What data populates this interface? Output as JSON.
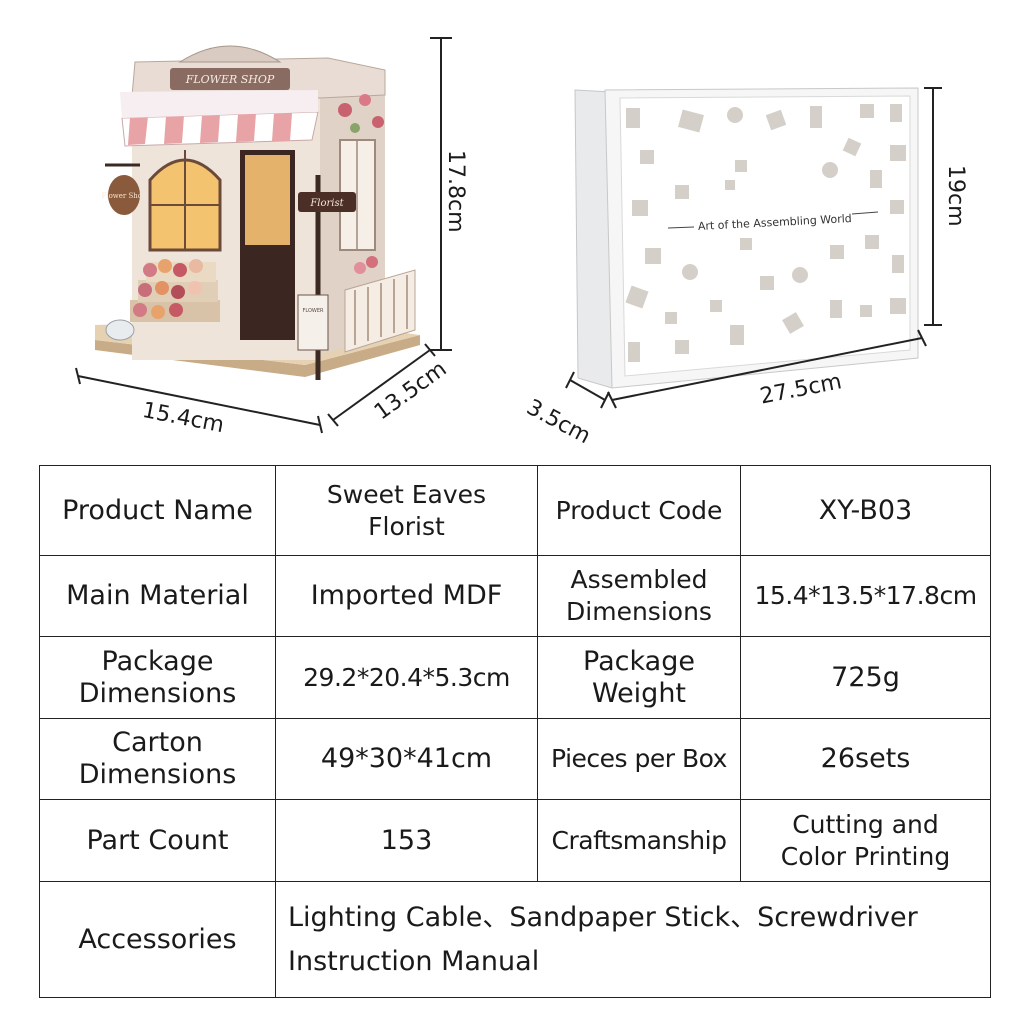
{
  "images": {
    "shop": {
      "sign": "FLOWER SHOP",
      "side_sign": "Florist",
      "hanging_sign": "Flower Shop",
      "board_sign": "FLOWER"
    },
    "box": {
      "title": "Art of the Assembling World"
    }
  },
  "dimensions": {
    "shop_width": "15.4cm",
    "shop_depth": "13.5cm",
    "shop_height": "17.8cm",
    "box_depth": "3.5cm",
    "box_width": "27.5cm",
    "box_height": "19cm"
  },
  "specs": {
    "rows": [
      {
        "label1": "Product Name",
        "value1": "Sweet Eaves Florist",
        "label2": "Product Code",
        "value2": "XY-B03"
      },
      {
        "label1": "Main Material",
        "value1": "Imported MDF",
        "label2": "Assembled Dimensions",
        "value2": "15.4*13.5*17.8cm"
      },
      {
        "label1": "Package Dimensions",
        "value1": "29.2*20.4*5.3cm",
        "label2": "Package Weight",
        "value2": "725g"
      },
      {
        "label1": "Carton Dimensions",
        "value1": "49*30*41cm",
        "label2": "Pieces per Box",
        "value2": "26sets"
      },
      {
        "label1": "Part Count",
        "value1": "153",
        "label2": "Craftsmanship",
        "value2": "Cutting and Color Printing"
      }
    ],
    "accessories": {
      "label": "Accessories",
      "line1": "Lighting Cable、Sandpaper Stick、Screwdriver",
      "line2": "Instruction Manual"
    }
  }
}
